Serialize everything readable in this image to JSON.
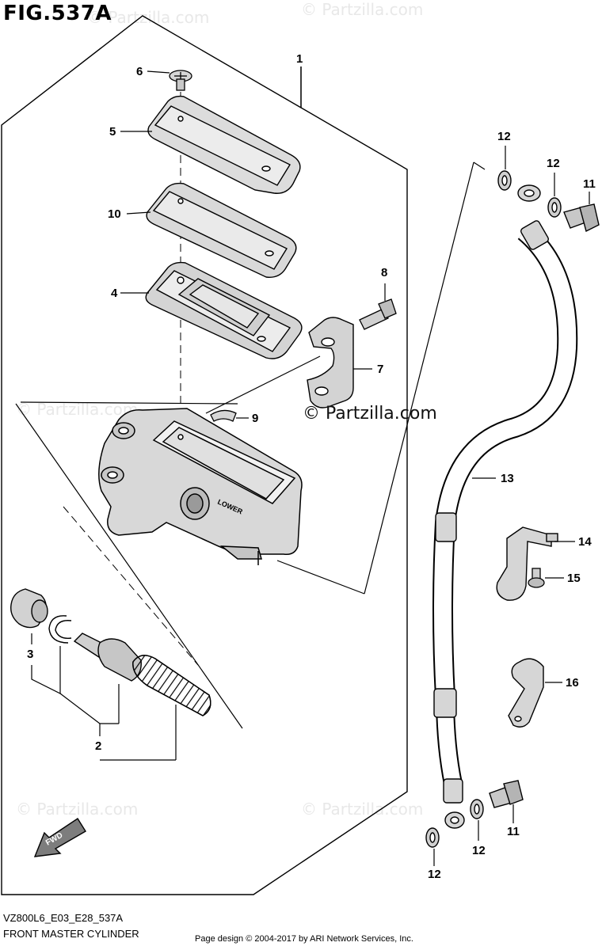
{
  "figure": {
    "title": "FIG.537A",
    "code": "VZ800L6_E03_E28_537A",
    "caption": "FRONT MASTER CYLINDER",
    "credit": "Page design © 2004-2017 by ARI Network Services, Inc.",
    "watermark": "© Partzilla.com",
    "watermark_repeat": "© Partzilla.com"
  },
  "labels": {
    "p1": "1",
    "p2": "2",
    "p3": "3",
    "p4": "4",
    "p5": "5",
    "p6": "6",
    "p7": "7",
    "p8": "8",
    "p9": "9",
    "p10": "10",
    "p11a": "11",
    "p11b": "11",
    "p12a": "12",
    "p12b": "12",
    "p12c": "12",
    "p12d": "12",
    "p13": "13",
    "p14": "14",
    "p15": "15",
    "p16": "16"
  },
  "markings": {
    "fwd": "FWD",
    "lower": "LOWER"
  }
}
